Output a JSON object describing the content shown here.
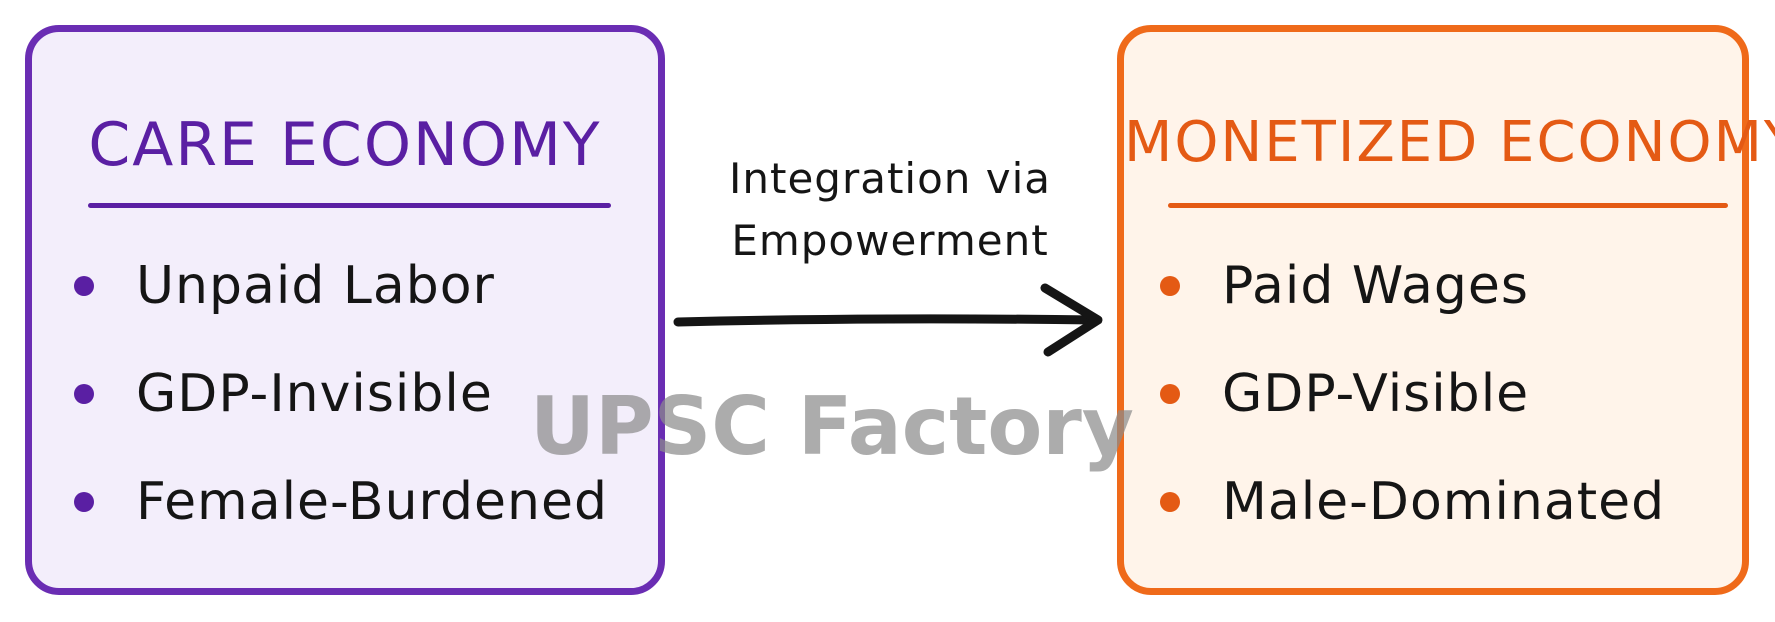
{
  "left_box": {
    "title": "CARE ECONOMY",
    "border_color": "#6a2db3",
    "fill_color": "#f3eefb",
    "items": [
      "Unpaid Labor",
      "GDP-Invisible",
      "Female-Burdened"
    ]
  },
  "right_box": {
    "title": "MONETIZED ECONOMY",
    "border_color": "#ef6a1a",
    "fill_color": "#fff4ea",
    "items": [
      "Paid Wages",
      "GDP-Visible",
      "Male-Dominated"
    ]
  },
  "arrow": {
    "label_line1": "Integration via",
    "label_line2": "Empowerment"
  },
  "watermark": "UPSC Factory"
}
